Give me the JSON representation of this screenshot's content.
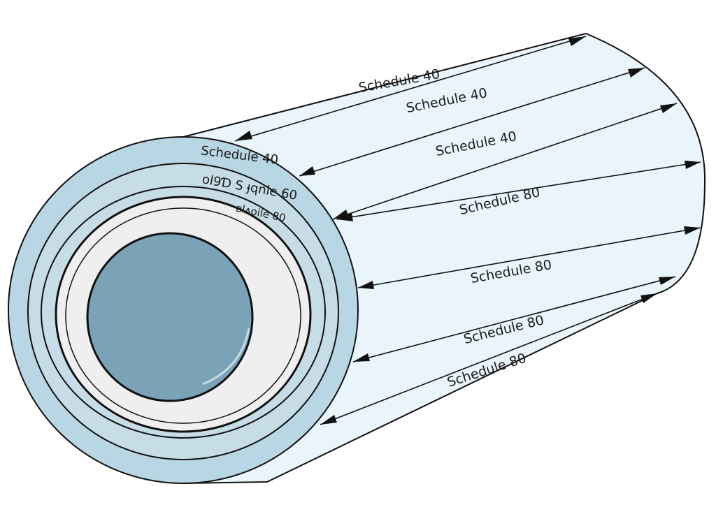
{
  "colors": {
    "body_fill": "#e9f5fb",
    "outer_ring": "#b8d6e3",
    "inner_ring": "#c6dde7",
    "liner": "#efefef",
    "bore": "#7ba3b8",
    "stroke": "#111111"
  },
  "labels": {
    "body": [
      "Schedule 40",
      "Schedule 40",
      "Schedule 40",
      "Schedule 80",
      "Schedule 80",
      "Schedule 80",
      "Schedule 80"
    ],
    "face": [
      "Schedule 40",
      "ol9Ɗ S ɟqnle 60",
      "ʙlʌoile 80"
    ]
  }
}
